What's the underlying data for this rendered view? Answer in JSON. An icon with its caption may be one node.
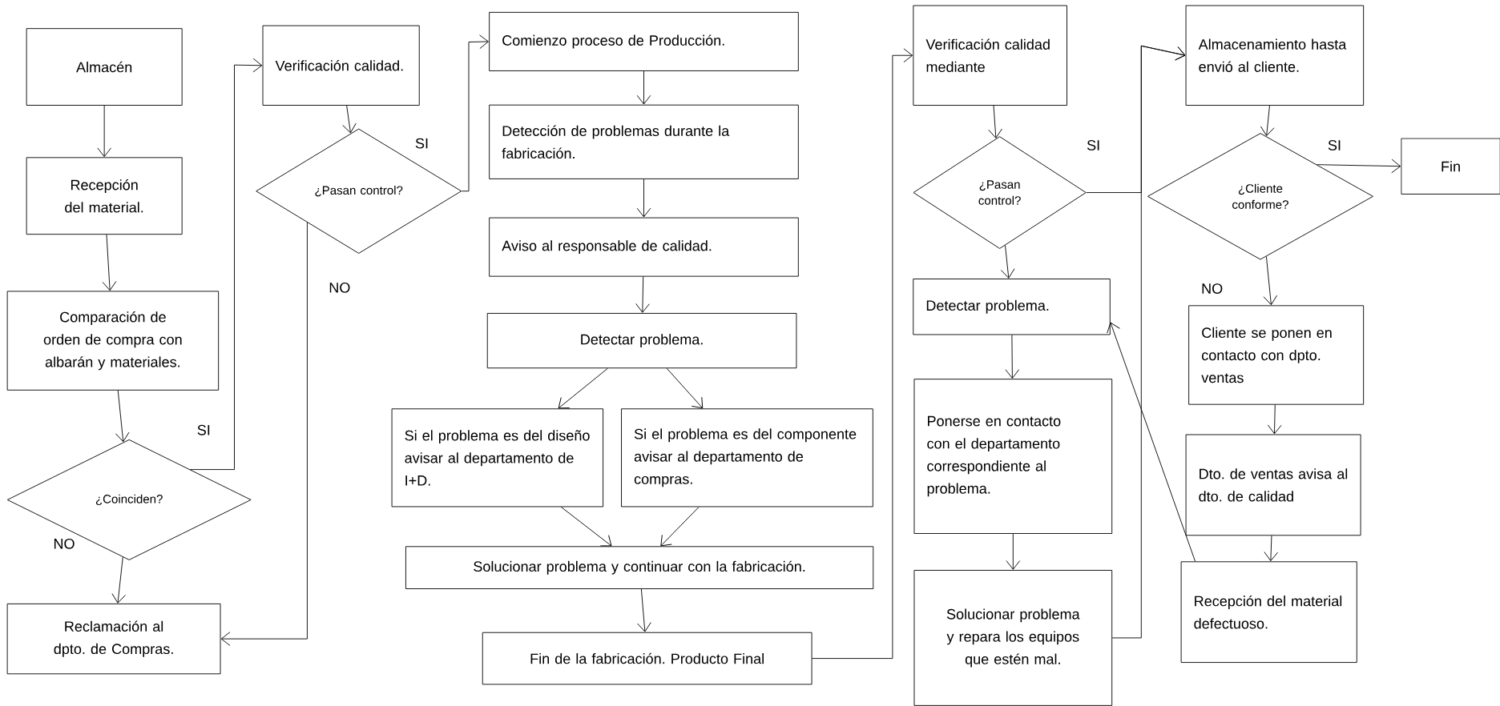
{
  "diagram": {
    "nodes": [
      {
        "text": [
          "Almacén"
        ]
      },
      {
        "text": [
          "Recepción del material."
        ]
      },
      {
        "text": [
          "Comparación de orden de compra con albarán y materiales."
        ]
      },
      {
        "text": [
          "¿Coinciden?"
        ]
      },
      {
        "text": [
          "Reclamación al dpto. de Compras."
        ]
      },
      {
        "text": [
          "Verificación calidad."
        ]
      },
      {
        "text": [
          "¿Pasan control?"
        ]
      },
      {
        "text": [
          "Comienzo proceso de Producción."
        ]
      },
      {
        "text": [
          "Detección de problemas durante la fabricación."
        ]
      },
      {
        "text": [
          "Aviso al responsable de calidad."
        ]
      },
      {
        "text": [
          "Detectar problema."
        ]
      },
      {
        "text": [
          "Si el problema es del diseño avisar al departamento de I+D."
        ]
      },
      {
        "text": [
          "Si el problema es del componente avisar al departamento de compras."
        ]
      },
      {
        "text": [
          "Solucionar problema y continuar con la fabricación."
        ]
      },
      {
        "text": [
          "Fin de la fabricación. Producto Final"
        ]
      },
      {
        "text": [
          "Verificación calidad mediante"
        ]
      },
      {
        "text": [
          "¿Pasan control?"
        ]
      },
      {
        "text": [
          "Detectar problema."
        ]
      },
      {
        "text": [
          "Ponerse en contacto con el departamento correspondiente al problema."
        ]
      },
      {
        "text": [
          "Solucionar problema y repara los equipos que estén mal."
        ]
      },
      {
        "text": [
          "Almacenamiento hasta envió al cliente."
        ]
      },
      {
        "text": [
          "¿Cliente conforme?"
        ]
      },
      {
        "text": [
          "Fin"
        ]
      },
      {
        "text": [
          "Cliente se ponen en contacto con dpto. ventas"
        ]
      },
      {
        "text": [
          "Dto. de ventas avisa al dto. de calidad"
        ]
      },
      {
        "text": [
          "Recepción del material defectuoso."
        ]
      }
    ],
    "edges": [
      {
        "from": 0,
        "to": 1,
        "arrow": "to"
      },
      {
        "from": 1,
        "to": 2,
        "arrow": "to"
      },
      {
        "from": 2,
        "to": 3,
        "arrow": "to"
      },
      {
        "from": 3,
        "to": 5,
        "arrow": "to",
        "label": "SI"
      },
      {
        "from": 3,
        "to": 4,
        "arrow": "to",
        "label": "NO"
      },
      {
        "from": 5,
        "to": 6,
        "arrow": "to"
      },
      {
        "from": 6,
        "to": 7,
        "arrow": "to",
        "label": "SI"
      },
      {
        "from": 6,
        "to": 4,
        "arrow": "to",
        "label": "NO"
      },
      {
        "from": 7,
        "to": 8,
        "arrow": "to"
      },
      {
        "from": 8,
        "to": 9,
        "arrow": "to"
      },
      {
        "from": 9,
        "to": 10,
        "arrow": "to"
      },
      {
        "from": 10,
        "to": 11,
        "arrow": "to"
      },
      {
        "from": 10,
        "to": 12,
        "arrow": "to"
      },
      {
        "from": 11,
        "to": 13,
        "arrow": "to"
      },
      {
        "from": 12,
        "to": 13,
        "arrow": "to"
      },
      {
        "from": 13,
        "to": 14,
        "arrow": "to"
      },
      {
        "from": 14,
        "to": 15,
        "arrow": "to"
      },
      {
        "from": 15,
        "to": 16,
        "arrow": "to"
      },
      {
        "from": 16,
        "to": 17,
        "arrow": "to"
      },
      {
        "from": 16,
        "to": 20,
        "arrow": "to",
        "label": "SI"
      },
      {
        "from": 17,
        "to": 18,
        "arrow": "to"
      },
      {
        "from": 18,
        "to": 19,
        "arrow": "to"
      },
      {
        "from": 19,
        "to": 20,
        "arrow": "to"
      },
      {
        "from": 20,
        "to": 21,
        "arrow": "to"
      },
      {
        "from": 21,
        "to": 22,
        "arrow": "to",
        "label": "SI"
      },
      {
        "from": 21,
        "to": 23,
        "arrow": "to",
        "label": "NO"
      },
      {
        "from": 23,
        "to": 24,
        "arrow": "to"
      },
      {
        "from": 24,
        "to": 25,
        "arrow": "to"
      },
      {
        "from": 25,
        "to": 17,
        "arrow": "to"
      }
    ]
  }
}
